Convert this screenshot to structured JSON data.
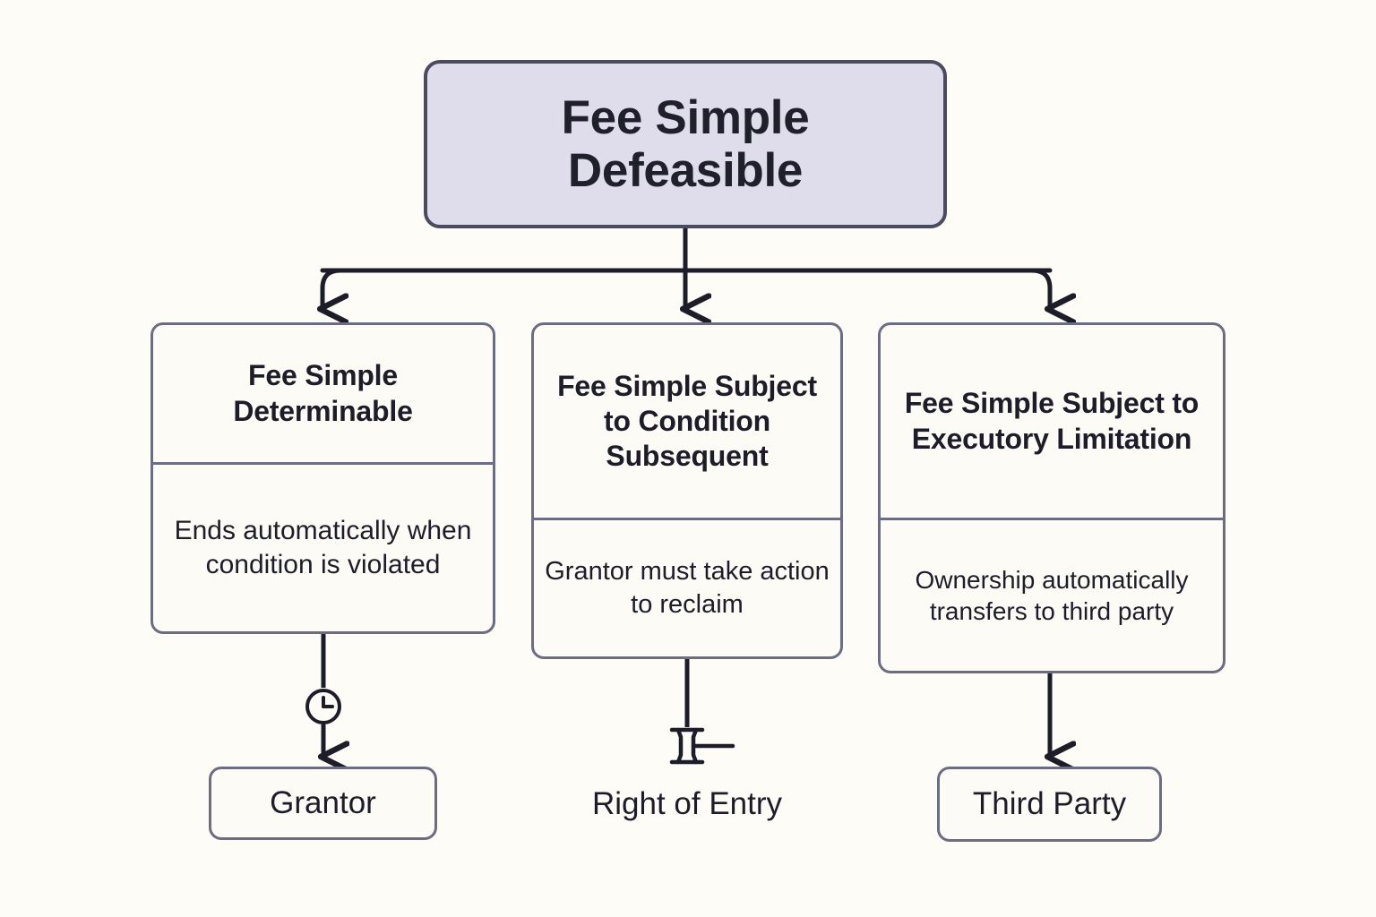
{
  "diagram": {
    "title": "Fee Simple Defeasible",
    "type": "hierarchy-flowchart",
    "background_color": "#FDFCF6",
    "root": {
      "id": "fee-simple-defeasible",
      "label": "Fee Simple Defeasible",
      "fill_color": "#DFDDEC",
      "border_color": "#4B4B60",
      "text_color": "#20202C"
    },
    "branches": [
      {
        "id": "fee-simple-determinable",
        "title": "Fee Simple Determinable",
        "body": "Ends automatically when condition is violated",
        "fill_color": "#FCFBF6",
        "border_color": "#6C6C83"
      },
      {
        "id": "fee-simple-subject-to-condition-subsequent",
        "title": "Fee Simple Subject to Condition Subsequent",
        "body": "Grantor must take action to reclaim",
        "fill_color": "#FCFBF6",
        "border_color": "#6C6C83"
      },
      {
        "id": "fee-simple-subject-to-executory-limitation",
        "title": "Fee Simple Subject to Executory Limitation",
        "body": "Ownership automatically transfers to third party",
        "fill_color": "#FCFBF6",
        "border_color": "#6C6C83"
      }
    ],
    "terminals": [
      {
        "id": "grantor",
        "label": "Grantor",
        "boxed": true,
        "edge_icon": "clock-icon",
        "fill_color": "#FCFBF6",
        "border_color": "#6C6C83"
      },
      {
        "id": "right-of-entry",
        "label": "Right of Entry",
        "boxed": false,
        "edge_icon": "gavel-icon"
      },
      {
        "id": "third-party",
        "label": "Third Party",
        "boxed": true,
        "edge_icon": "none",
        "fill_color": "#FCFBF6",
        "border_color": "#6C6C83"
      }
    ],
    "connectors": {
      "color": "#1D1D29",
      "style": "orthogonal-rounded-with-arrowheads"
    }
  }
}
